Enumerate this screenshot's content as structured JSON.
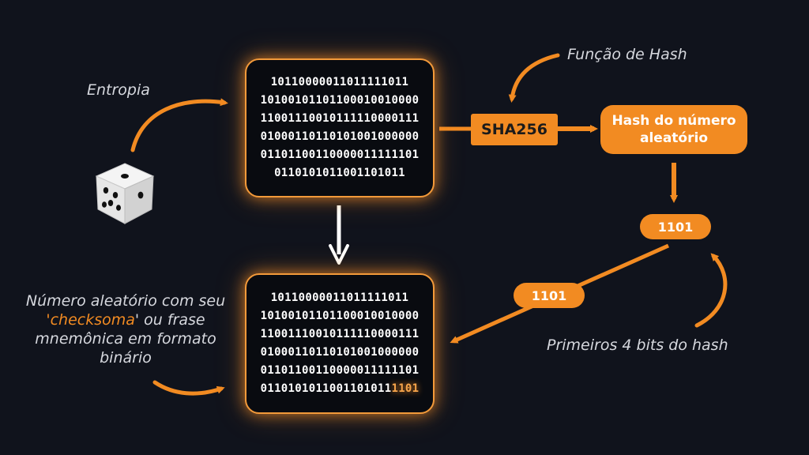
{
  "labels": {
    "entropia": "Entropia",
    "funcao_hash": "Função de Hash",
    "primeiros_bits": "Primeiros 4 bits do hash",
    "numero_line1": "Número aleatório com seu",
    "numero_quote_open": "'",
    "numero_checksoma": "checksoma",
    "numero_line2_rest": "' ou frase",
    "numero_line3": "mnemônica em formato",
    "numero_line4": "binário"
  },
  "top_box": {
    "lines": [
      "10110000011011111011",
      "10100101101100010010000",
      "11001110010111110000111",
      "01000110110101001000000",
      "01101100110000011111101",
      "0110101011001101011"
    ]
  },
  "bottom_box": {
    "lines": [
      "10110000011011111011",
      "10100101101100010010000",
      "11001110010111110000111",
      "01000110110101001000000",
      "01101100110000011111101"
    ],
    "last_line_main": "0110101011001101011",
    "last_line_checksum": "1101"
  },
  "sha_box": {
    "label": "SHA256"
  },
  "hash_box": {
    "line1": "Hash do número",
    "line2": "aleatório"
  },
  "pill_right": {
    "label": "1101"
  },
  "pill_middle": {
    "label": "1101"
  },
  "colors": {
    "background": "#10131c",
    "accent": "#f28b22",
    "glow": "#f39a3a",
    "text": "#ffffff"
  },
  "icons": {
    "dice": "dice-icon"
  }
}
